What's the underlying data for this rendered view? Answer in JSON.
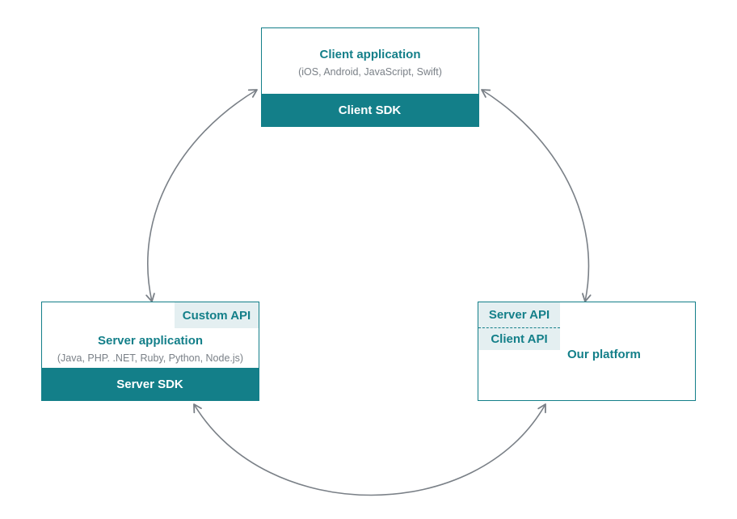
{
  "colors": {
    "accent": "#137f89",
    "tag_bg": "#e4eff1",
    "subtitle": "#7a8087",
    "arrow": "#7a8087"
  },
  "client": {
    "title": "Client application",
    "subtitle": "(iOS, Android, JavaScript, Swift)",
    "sdk": "Client SDK"
  },
  "server": {
    "tag": "Custom API",
    "title": "Server application",
    "subtitle": "(Java, PHP. .NET, Ruby, Python, Node.js)",
    "sdk": "Server SDK"
  },
  "platform": {
    "server_api": "Server API",
    "client_api": "Client API",
    "title": "Our platform"
  }
}
